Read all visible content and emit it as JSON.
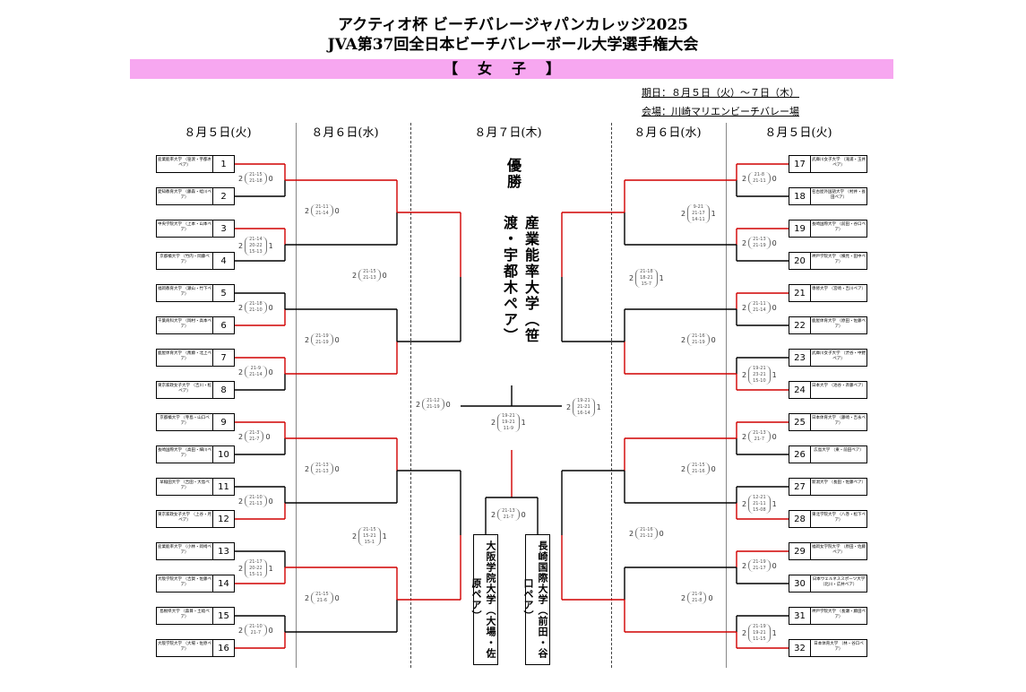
{
  "header": {
    "title_line1": "アクティオ杯 ビーチバレージャパンカレッジ2025",
    "title_line2": "JVA第37回全日本ビーチバレーボール大学選手権大会",
    "division": "【女子】",
    "date": "期日：８月５日（火）～７日（木）",
    "venue": "会場：川崎マリエンビーチバレー場"
  },
  "days": [
    "８月５日(火)",
    "８月６日(水)",
    "８月７日(木)",
    "８月６日(水)",
    "８月５日(火)"
  ],
  "champion": {
    "label": "優勝",
    "team": "産業能率大学（笹渡・宇都木ペア）"
  },
  "finalists": {
    "left": "大阪学院大学（大場・佐原ペア）",
    "right": "長崎国際大学（前田・谷口ペア）"
  },
  "teams": [
    {
      "seed": "1",
      "name": "産業能率大学\n（笹渡・宇都木ペア）"
    },
    {
      "seed": "2",
      "name": "愛知教育大学\n（藤森・蛭川ペア）"
    },
    {
      "seed": "3",
      "name": "中央学院大学\n（上本・山本ペア）"
    },
    {
      "seed": "4",
      "name": "京都橘大学\n（竹内・岡藤ペア）"
    },
    {
      "seed": "5",
      "name": "福岡教育大学\n（瀬山・竹下ペア）"
    },
    {
      "seed": "6",
      "name": "千葉商科大学\n（岡村・高本ペア）"
    },
    {
      "seed": "7",
      "name": "鹿屋体育大学\n（斎藤・北上ペア）"
    },
    {
      "seed": "8",
      "name": "東京家政女子大学\n（吉川・松ペア）"
    },
    {
      "seed": "9",
      "name": "京都橘大学\n（寺島・山口ペア）"
    },
    {
      "seed": "10",
      "name": "長崎国際大学\n（高田・細川ペア）"
    },
    {
      "seed": "11",
      "name": "早稲田大学\n（吉田・大島ペア）"
    },
    {
      "seed": "12",
      "name": "東京家政女子大学\n（上谷・月ペア）"
    },
    {
      "seed": "13",
      "name": "産業能率大学\n（小林・岡崎ペア）"
    },
    {
      "seed": "14",
      "name": "大阪学院大学\n（吉賀・佐藤ペア）"
    },
    {
      "seed": "15",
      "name": "島根県大学\n（森目・土岐ペア）"
    },
    {
      "seed": "16",
      "name": "大阪学院大学\n（大場・佐原ペア）"
    },
    {
      "seed": "17",
      "name": "武庫川女子大学\n（滝浦・玉井ペア）"
    },
    {
      "seed": "18",
      "name": "名古屋外国語大学\n（村井・長田ペア）"
    },
    {
      "seed": "19",
      "name": "長崎国際大学\n（前田・谷口ペア）"
    },
    {
      "seed": "20",
      "name": "神戸学院大学\n（横見・田中ペア）"
    },
    {
      "seed": "21",
      "name": "専修大学\n（宮崎・吉川ペア）"
    },
    {
      "seed": "22",
      "name": "鹿屋体育大学\n（原田・佐藤ペア）"
    },
    {
      "seed": "23",
      "name": "武庫川女子大学\n（渋谷・中野ペア）"
    },
    {
      "seed": "24",
      "name": "日本大学\n（池谷・斉藤ペア）"
    },
    {
      "seed": "25",
      "name": "日本体育大学\n（藤崎・吉永ペア）"
    },
    {
      "seed": "26",
      "name": "広島大学\n（東・前田ペア）"
    },
    {
      "seed": "27",
      "name": "新潟大学\n（長田・佐藤ペア）"
    },
    {
      "seed": "28",
      "name": "東北学院大学\n（八巻・松下ペア）"
    },
    {
      "seed": "29",
      "name": "福岡女学院大学\n（原田・佐藤ペア）"
    },
    {
      "seed": "30",
      "name": "日本ウェルネススポーツ大学\n（北川・広井ペア）"
    },
    {
      "seed": "31",
      "name": "神戸学院大学\n（長瀬・藤田ペア）"
    },
    {
      "seed": "32",
      "name": "日本体育大学\n（林・谷口ペア）"
    }
  ],
  "matches": [
    {
      "id": "L1a",
      "sets": "21-15\n21-18",
      "w": "2",
      "l": "0"
    },
    {
      "id": "L1b",
      "sets": "21-14\n20-22\n15-13",
      "w": "2",
      "l": "1"
    },
    {
      "id": "L1c",
      "sets": "21-18\n21-10",
      "w": "2",
      "l": "0"
    },
    {
      "id": "L1d",
      "sets": "21-9\n21-14",
      "w": "2",
      "l": "0"
    },
    {
      "id": "L1e",
      "sets": "21-3\n21-7",
      "w": "2",
      "l": "0"
    },
    {
      "id": "L1f",
      "sets": "21-10\n21-13",
      "w": "2",
      "l": "0"
    },
    {
      "id": "L1g",
      "sets": "21-17\n20-22\n15-11",
      "w": "2",
      "l": "1"
    },
    {
      "id": "L1h",
      "sets": "21-10\n21-7",
      "w": "2",
      "l": "0"
    },
    {
      "id": "L2a",
      "sets": "21-11\n21-14",
      "w": "2",
      "l": "0"
    },
    {
      "id": "L2b",
      "sets": "21-19\n21-19",
      "w": "2",
      "l": "0"
    },
    {
      "id": "L2c",
      "sets": "21-13\n21-13",
      "w": "2",
      "l": "0"
    },
    {
      "id": "L2d",
      "sets": "21-15\n21-6",
      "w": "2",
      "l": "0"
    },
    {
      "id": "L3a",
      "sets": "21-15\n21-13",
      "w": "2",
      "l": "0"
    },
    {
      "id": "L3b",
      "sets": "21-15\n15-21\n15-1",
      "w": "2",
      "l": "1"
    },
    {
      "id": "LSF",
      "sets": "21-12\n21-19",
      "w": "2",
      "l": "0"
    },
    {
      "id": "R1a",
      "sets": "21-8\n21-11",
      "w": "2",
      "l": "0"
    },
    {
      "id": "R1b",
      "sets": "21-13\n21-19",
      "w": "2",
      "l": "0"
    },
    {
      "id": "R1c",
      "sets": "21-11\n21-14",
      "w": "2",
      "l": "0"
    },
    {
      "id": "R1d",
      "sets": "19-21\n23-21\n15-10",
      "w": "2",
      "l": "1"
    },
    {
      "id": "R1e",
      "sets": "21-13\n21-7",
      "w": "2",
      "l": "0"
    },
    {
      "id": "R1f",
      "sets": "12-21\n21-11\n15-08",
      "w": "2",
      "l": "1"
    },
    {
      "id": "R1g",
      "sets": "21-19\n21-17",
      "w": "2",
      "l": "0"
    },
    {
      "id": "R1h",
      "sets": "21-19\n19-21\n11-15",
      "w": "2",
      "l": "1"
    },
    {
      "id": "R2a",
      "sets": "9-21\n21-17\n14-11",
      "w": "2",
      "l": "1"
    },
    {
      "id": "R2b",
      "sets": "21-16\n21-19",
      "w": "2",
      "l": "0"
    },
    {
      "id": "R2c",
      "sets": "21-15\n21-16",
      "w": "2",
      "l": "0"
    },
    {
      "id": "R2d",
      "sets": "21-9\n21-8",
      "w": "2",
      "l": "0"
    },
    {
      "id": "R3a",
      "sets": "21-18\n18-21\n15-7",
      "w": "2",
      "l": "1"
    },
    {
      "id": "R3b",
      "sets": "21-16\n21-12",
      "w": "2",
      "l": "0"
    },
    {
      "id": "RSF",
      "sets": "19-21\n21-21\n16-14",
      "w": "2",
      "l": "1"
    },
    {
      "id": "F",
      "sets": "19-21\n19-21\n11-9",
      "w": "2",
      "l": "1"
    },
    {
      "id": "THIRD",
      "sets": "21-13\n21-7",
      "w": "2",
      "l": "0"
    }
  ],
  "colors": {
    "banner": "#f7a7f0",
    "win_line": "#d10000",
    "line": "#000000"
  }
}
